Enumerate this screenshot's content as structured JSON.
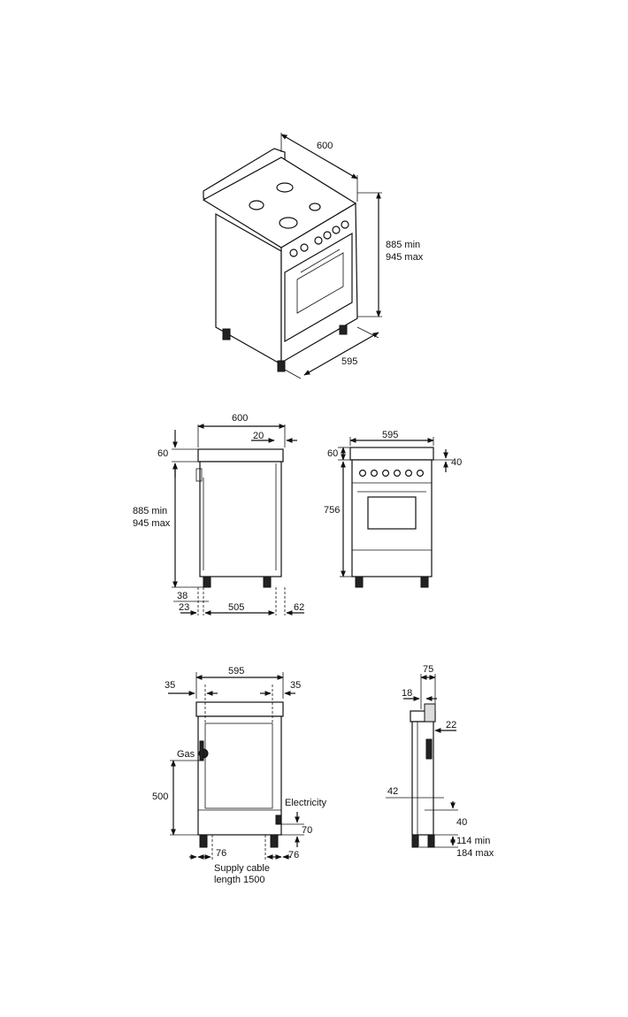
{
  "iso_view": {
    "width": "600",
    "height_min": "885 min",
    "height_max": "945 max",
    "depth": "595"
  },
  "side_view": {
    "depth": "600",
    "rear_offset": "20",
    "top_height": "60",
    "height_min": "885 min",
    "height_max": "945 max",
    "small_38": "38",
    "small_23": "23",
    "base_505": "505",
    "right_62": "62"
  },
  "front_view": {
    "width": "595",
    "top_height": "60",
    "panel_offset": "40",
    "height": "756"
  },
  "rear_view": {
    "width": "595",
    "left_35": "35",
    "right_35": "35",
    "gas_label": "Gas",
    "height_500": "500",
    "electricity_label": "Electricity",
    "height_70": "70",
    "left_76": "76",
    "right_76": "76",
    "cable_line1": "Supply cable",
    "cable_line2": "length 1500"
  },
  "rear_side_view": {
    "depth_75": "75",
    "depth_18": "18",
    "depth_22": "22",
    "depth_42": "42",
    "height_40": "40",
    "height_min": "114 min",
    "height_max": "184 max"
  }
}
